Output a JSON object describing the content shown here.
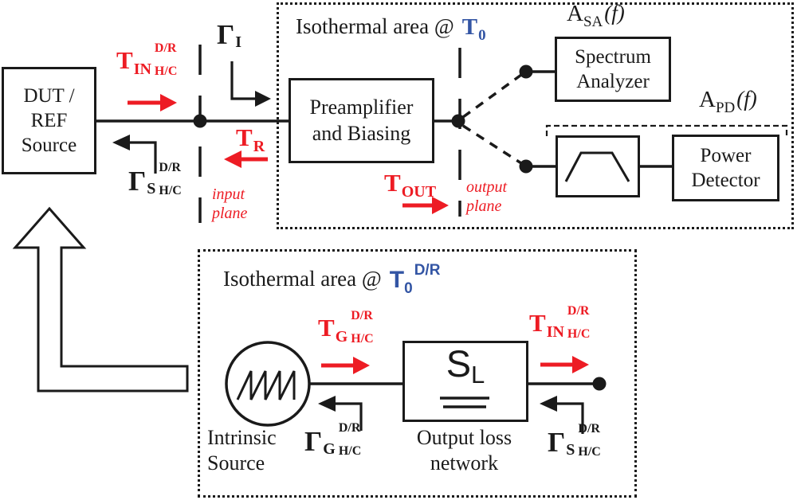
{
  "colors": {
    "accent_red": "#ED1C24",
    "accent_blue": "#3355A4",
    "ink": "#1A1A1A"
  },
  "top": {
    "title": {
      "prefix": "Isothermal area @",
      "temp": "T",
      "temp_sub": "0"
    },
    "dut": {
      "line1": "DUT /",
      "line2": "REF",
      "line3": "Source"
    },
    "preamp": {
      "line1": "Preamplifier",
      "line2": "and Biasing"
    },
    "spectrum_analyzer": {
      "line1": "Spectrum",
      "line2": "Analyzer"
    },
    "power_detector": {
      "line1": "Power",
      "line2": "Detector"
    },
    "gain_sa": {
      "main": "A",
      "sub": "SA",
      "arg": "(f)"
    },
    "gain_pd": {
      "main": "A",
      "sub": "PD",
      "arg": "(f)"
    },
    "t_in": {
      "main": "T",
      "sub": "IN",
      "sup": "D/R",
      "subsub": "H/C"
    },
    "t_r": {
      "main": "T",
      "sub": "R"
    },
    "t_out": {
      "main": "T",
      "sub": "OUT"
    },
    "gamma_i": {
      "main": "Γ",
      "sub": "I"
    },
    "gamma_s": {
      "main": "Γ",
      "sub": "S",
      "sup": "D/R",
      "subsub": "H/C"
    },
    "input_plane": {
      "line1": "input",
      "line2": "plane"
    },
    "output_plane": {
      "line1": "output",
      "line2": "plane"
    }
  },
  "bottom": {
    "title": {
      "prefix": "Isothermal area @",
      "temp": "T",
      "temp_sub": "0",
      "temp_sup": "D/R"
    },
    "intrinsic_source": {
      "line1": "Intrinsic",
      "line2": "Source"
    },
    "output_loss": {
      "line1": "Output loss",
      "line2": "network"
    },
    "s_matrix": {
      "main": "S",
      "sub": "L"
    },
    "t_g": {
      "main": "T",
      "sub": "G",
      "sup": "D/R",
      "subsub": "H/C"
    },
    "t_in": {
      "main": "T",
      "sub": "IN",
      "sup": "D/R",
      "subsub": "H/C"
    },
    "gamma_g": {
      "main": "Γ",
      "sub": "G",
      "sup": "D/R",
      "subsub": "H/C"
    },
    "gamma_s": {
      "main": "Γ",
      "sub": "S",
      "sup": "D/R",
      "subsub": "H/C"
    }
  }
}
